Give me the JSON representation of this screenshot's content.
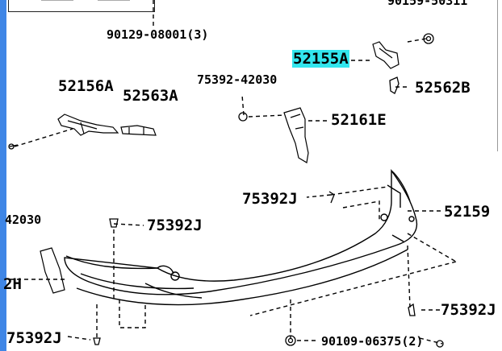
{
  "labels": [
    "90159-50311",
    "90129-08001(3)",
    "52155A",
    "52156A",
    "75392-42030",
    "52563A",
    "52562B",
    "52161E",
    "75392J",
    "52159",
    "42030",
    "75392J",
    "2H",
    "75392J",
    "75392J",
    "90109-06375(2)"
  ],
  "highlight_color": "#32e6ee",
  "edge_bar_color": "#3f86e6"
}
